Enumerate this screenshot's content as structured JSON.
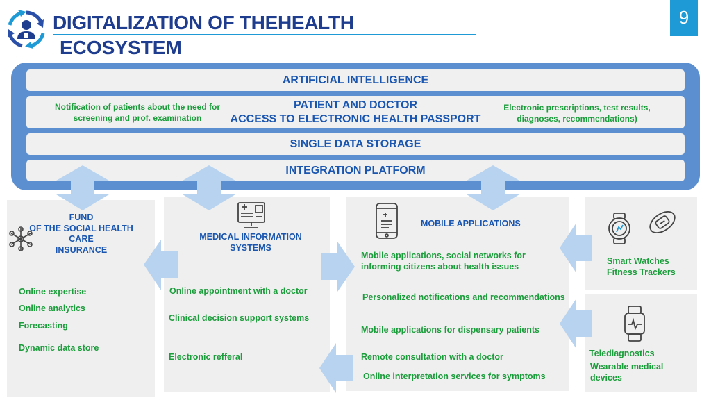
{
  "header": {
    "title_line1": "DIGITALIZATION OF THEHEALTH",
    "title_line2": "ECOSYSTEM",
    "page_number": "9"
  },
  "platform": {
    "ai": "ARTIFICIAL INTELLIGENCE",
    "access_line1": "PATIENT AND DOCTOR",
    "access_line2": "ACCESS TO ELECTRONIC HEALTH PASSPORT",
    "notification": "Notification of patients about the need for screening and prof. examination",
    "prescriptions": "Electronic prescriptions, test results, diagnoses, recommendations)",
    "storage": "SINGLE DATA STORAGE",
    "integration": "INTEGRATION PLATFORM"
  },
  "fund": {
    "title": "FUND\nOF THE SOCIAL HEALTH\nCARE\nINSURANCE",
    "items": [
      "Online expertise",
      "Online analytics",
      "Forecasting",
      "Dynamic data store"
    ]
  },
  "mis": {
    "title": "MEDICAL INFORMATION\nSYSTEMS",
    "items": [
      "Online appointment with a doctor",
      "Clinical decision support systems",
      "Electronic refferal"
    ]
  },
  "mobile": {
    "title": "MOBILE APPLICATIONS",
    "items": [
      "Mobile applications, social networks for informing citizens about health issues",
      "Personalized notifications and recommendations",
      "Mobile applications for dispensary patients",
      "Remote consultation with a doctor",
      "Online interpretation services for symptoms"
    ]
  },
  "watches": {
    "line1": "Smart Watches",
    "line2": "Fitness Trackers"
  },
  "tele": {
    "line1": "Telediagnostics",
    "line2": "Wearable medical\ndevices"
  },
  "colors": {
    "title": "#1f3d8f",
    "accent": "#1e9ad6",
    "platform": "#5b8fd0",
    "band_text": "#1a56b0",
    "green_text": "#1a9d3a",
    "arrow": "#b7d3ef",
    "panel": "#efefef"
  }
}
